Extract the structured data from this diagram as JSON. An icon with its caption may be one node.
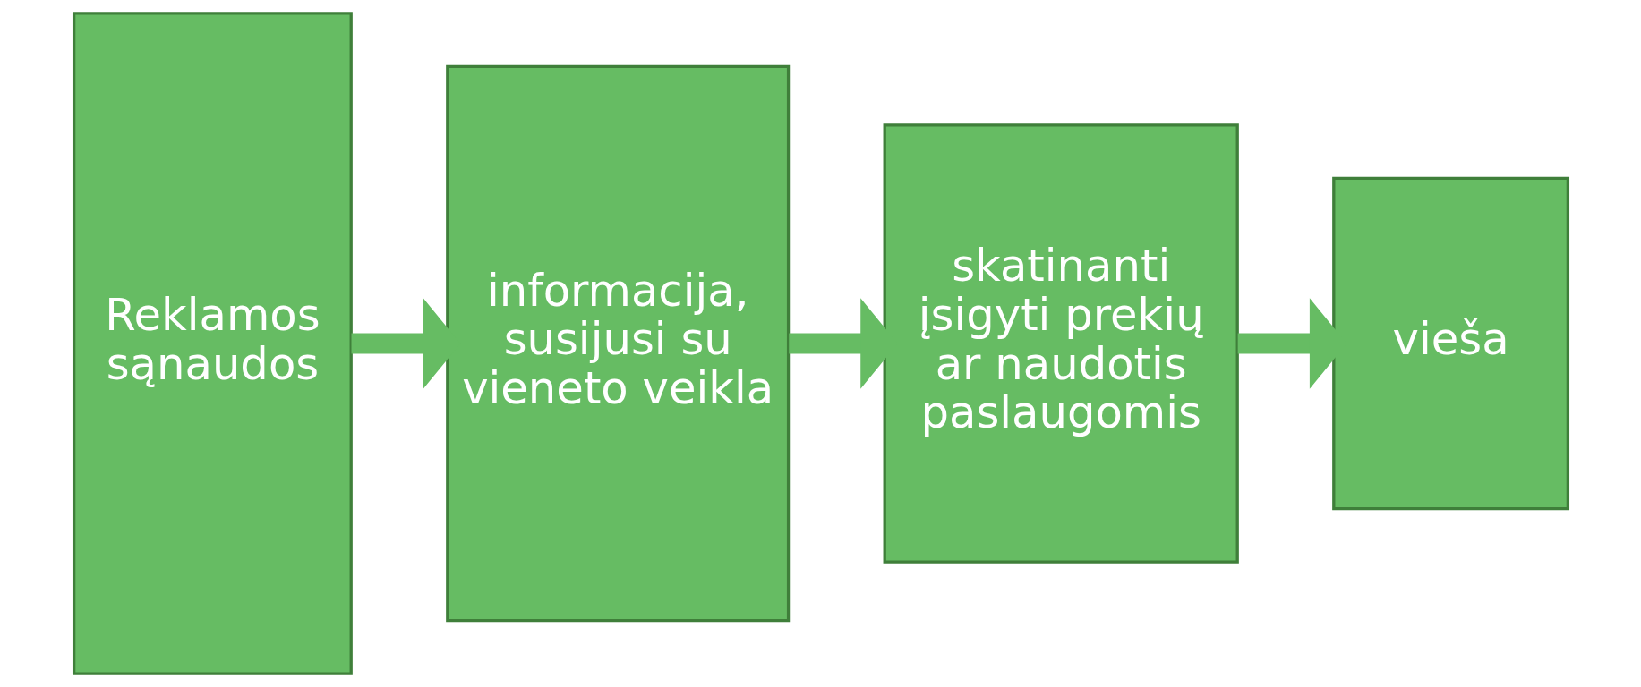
{
  "diagram": {
    "nodes": [
      {
        "text": [
          "Reklamos sąnaudos"
        ]
      },
      {
        "text": [
          "informacija, susijusi su vieneto veikla"
        ]
      },
      {
        "text": [
          "skatinanti įsigyti prekių ar naudotis paslaugomis"
        ]
      },
      {
        "text": [
          "vieša"
        ]
      }
    ],
    "edges": [
      {
        "from": 0,
        "to": 1,
        "arrow": "to"
      },
      {
        "from": 1,
        "to": 2,
        "arrow": "to"
      },
      {
        "from": 2,
        "to": 3,
        "arrow": "to"
      }
    ]
  }
}
